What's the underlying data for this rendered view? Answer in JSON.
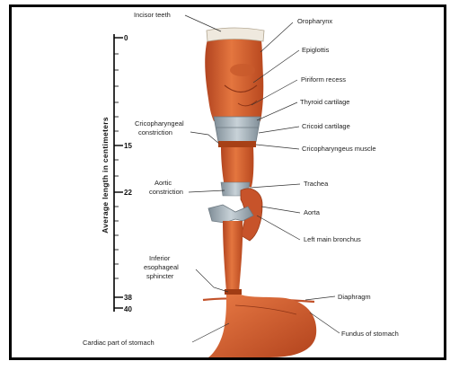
{
  "figure": {
    "axis_title": "Average length in centimeters",
    "ticks": [
      "0",
      "15",
      "22",
      "38",
      "40"
    ],
    "labels": {
      "incisor_teeth": "Incisor teeth",
      "oropharynx": "Oropharynx",
      "epiglottis": "Epiglottis",
      "piriform_recess": "Piriform recess",
      "thyroid_cartilage": "Thyroid cartilage",
      "cricoid_cartilage": "Cricoid cartilage",
      "cricopharyngeal_constriction": [
        "Cricopharyngeal",
        "constriction"
      ],
      "cricopharyngeus_muscle": "Cricopharyngeus muscle",
      "aortic_constriction": [
        "Aortic",
        "constriction"
      ],
      "trachea": "Trachea",
      "aorta": "Aorta",
      "left_main_bronchus": "Left main bronchus",
      "inferior_esophageal_sphincter": [
        "Inferior",
        "esophageal",
        "sphincter"
      ],
      "diaphragm": "Diaphragm",
      "cardiac_part_of_stomach": "Cardiac part of stomach",
      "fundus_of_stomach": "Fundus of stomach"
    },
    "colors": {
      "muscle": "#d9602e",
      "muscle_dark": "#b24420",
      "cartilage": "#a9b6bf",
      "frame": "#000000"
    }
  }
}
